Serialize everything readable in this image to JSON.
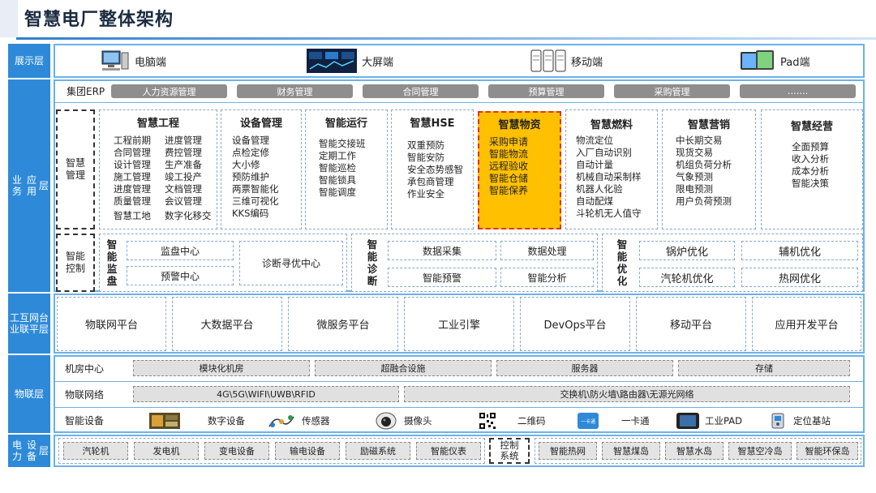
{
  "title": "智慧电厂整体架构",
  "layers": {
    "display": [
      "展示",
      "层"
    ],
    "business": [
      "业务",
      "应用",
      "层"
    ],
    "platform": [
      "工业",
      "互联",
      "网平",
      "台层"
    ],
    "iot": [
      "物联",
      "层"
    ],
    "power": [
      "电力",
      "设备",
      "层"
    ]
  },
  "display_items": [
    {
      "label": "电脑端",
      "icon": "computer-icon"
    },
    {
      "label": "大屏端",
      "icon": "big-screen-icon"
    },
    {
      "label": "移动端",
      "icon": "mobile-icon"
    },
    {
      "label": "Pad端",
      "icon": "pad-icon"
    }
  ],
  "erp": {
    "label": "集团ERP",
    "items": [
      "人力资源管理",
      "财务管理",
      "合同管理",
      "预算管理",
      "采购管理",
      "……."
    ]
  },
  "smart_mgmt": {
    "label": [
      "智慧",
      "管理"
    ],
    "modules": [
      {
        "title": "智慧工程",
        "col1": [
          "工程前期",
          "合同管理",
          "设计管理",
          "施工管理",
          "进度管理",
          "质量管理",
          "智慧工地"
        ],
        "col2": [
          "进度管理",
          "费控管理",
          "生产准备",
          "竣工投产",
          "文档管理",
          "会议管理",
          "数字化移交"
        ]
      },
      {
        "title": "设备管理",
        "col1": [
          "设备管理",
          "点检定修",
          "大小修",
          "预防维护",
          "两票智能化",
          "三维可视化",
          "KKS编码"
        ]
      },
      {
        "title": "智能运行",
        "col1": [
          "智能交接班",
          "定期工作",
          "智能巡检",
          "智能锁具",
          "智能调度"
        ]
      },
      {
        "title": "智慧HSE",
        "col1": [
          "双重预防",
          "智能安防",
          "安全态势感智",
          "承包商管理",
          "作业安全"
        ]
      },
      {
        "title": "智慧物资",
        "col1": [
          "采购申请",
          "智能物流",
          "远程验收",
          "智能仓储",
          "智能保养"
        ]
      },
      {
        "title": "智慧燃料",
        "col1": [
          "物流定位",
          "入厂自动识别",
          "自动计量",
          "机械自动采制样",
          "机器人化验",
          "自动配煤",
          "斗轮机无人值守"
        ]
      },
      {
        "title": "智慧营销",
        "col1": [
          "中长期交易",
          "现货交易",
          "机组负荷分析",
          "气象预测",
          "限电预测",
          "用户负荷预测"
        ]
      },
      {
        "title": "智慧经营",
        "col1": [
          "全面预算",
          "收入分析",
          "成本分析",
          "智能决策"
        ]
      }
    ]
  },
  "smart_control": {
    "label": [
      "智能",
      "控制"
    ],
    "groups": [
      {
        "title": [
          "智",
          "能",
          "监",
          "盘"
        ],
        "items": [
          "监盘中心",
          "预警中心",
          "诊断寻优中心"
        ]
      },
      {
        "title": [
          "智",
          "能",
          "诊",
          "断"
        ],
        "items": [
          "数据采集",
          "数据处理",
          "智能预警",
          "智能分析"
        ]
      },
      {
        "title": [
          "智",
          "能",
          "优",
          "化"
        ],
        "items": [
          "锅炉优化",
          "辅机优化",
          "汽轮机优化",
          "热网优化"
        ]
      }
    ]
  },
  "platforms": [
    "物联网平台",
    "大数据平台",
    "微服务平台",
    "工业引擎",
    "DevOps平台",
    "移动平台",
    "应用开发平台"
  ],
  "iot": {
    "datacenter": {
      "label": "机房中心",
      "items": [
        "模块化机房",
        "超融合设施",
        "服务器",
        "存储"
      ]
    },
    "network": {
      "label": "物联网络",
      "items": [
        "4G\\5G\\WIFI\\UWB\\RFID",
        "交换机\\防火墙\\路由器\\无源光网络"
      ]
    },
    "devices": {
      "label": "智能设备",
      "items": [
        {
          "label": "数字设备",
          "icon": "digital-device-icon"
        },
        {
          "label": "传感器",
          "icon": "sensor-icon"
        },
        {
          "label": "摄像头",
          "icon": "camera-icon"
        },
        {
          "label": "二维码",
          "icon": "qrcode-icon"
        },
        {
          "label": "一卡通",
          "icon": "card-icon"
        },
        {
          "label": "工业PAD",
          "icon": "industrial-pad-icon"
        },
        {
          "label": "定位基站",
          "icon": "base-station-icon"
        }
      ],
      "card_text": "一卡通"
    }
  },
  "power": {
    "left": [
      "汽轮机",
      "发电机",
      "变电设备",
      "输电设备",
      "励磁系统",
      "智能仪表"
    ],
    "control": [
      "控制",
      "系统"
    ],
    "right": [
      "智能热网",
      "智慧煤岛",
      "智慧水岛",
      "智慧空冷岛",
      "智能环保岛"
    ]
  },
  "colors": {
    "accent": "#2e8ad8",
    "highlight": "#ffc000",
    "frame": "#6cb2ea"
  }
}
